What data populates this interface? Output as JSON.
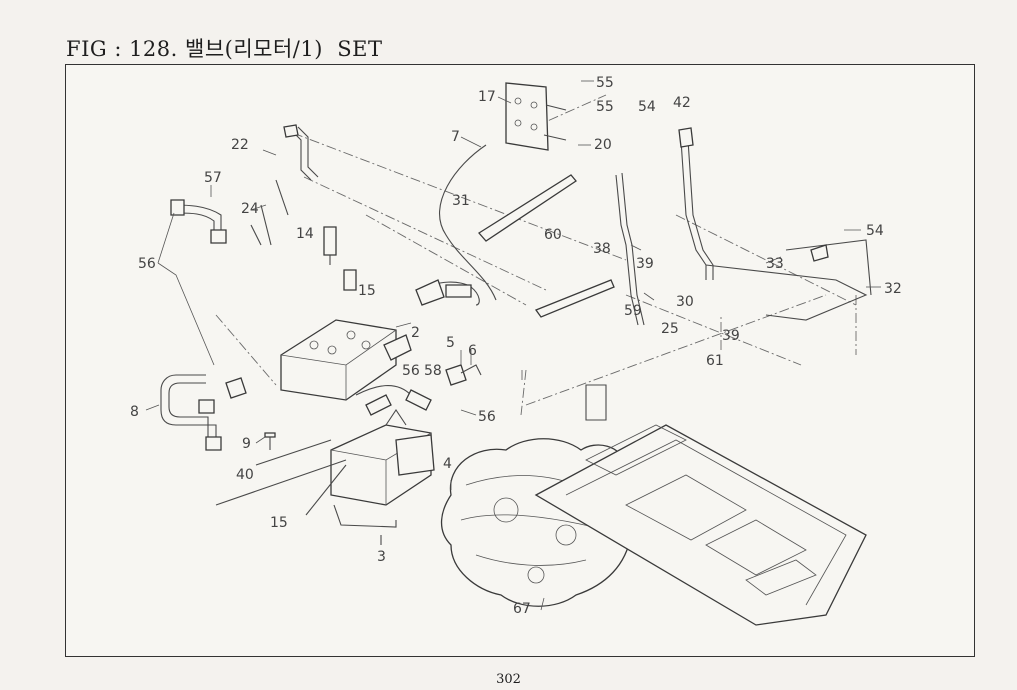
{
  "figure": {
    "title": "FIG : 128. 밸브(리모터/1)  SET"
  },
  "callouts": [
    {
      "id": "c17",
      "text": "17"
    },
    {
      "id": "c55a",
      "text": "55"
    },
    {
      "id": "c55b",
      "text": "55"
    },
    {
      "id": "c54a",
      "text": "54"
    },
    {
      "id": "c42",
      "text": "42"
    },
    {
      "id": "c7",
      "text": "7"
    },
    {
      "id": "c20",
      "text": "20"
    },
    {
      "id": "c22",
      "text": "22"
    },
    {
      "id": "c57",
      "text": "57"
    },
    {
      "id": "c24",
      "text": "24"
    },
    {
      "id": "c31",
      "text": "31"
    },
    {
      "id": "c14",
      "text": "14"
    },
    {
      "id": "c60",
      "text": "60"
    },
    {
      "id": "c56a",
      "text": "56"
    },
    {
      "id": "c15a",
      "text": "15"
    },
    {
      "id": "c38",
      "text": "38"
    },
    {
      "id": "c39a",
      "text": "39"
    },
    {
      "id": "c33",
      "text": "33"
    },
    {
      "id": "c54b",
      "text": "54"
    },
    {
      "id": "c32",
      "text": "32"
    },
    {
      "id": "c30",
      "text": "30"
    },
    {
      "id": "c59",
      "text": "59"
    },
    {
      "id": "c25",
      "text": "25"
    },
    {
      "id": "c39b",
      "text": "39"
    },
    {
      "id": "c61",
      "text": "61"
    },
    {
      "id": "c2",
      "text": "2"
    },
    {
      "id": "c5",
      "text": "5"
    },
    {
      "id": "c6",
      "text": "6"
    },
    {
      "id": "c56b",
      "text": "56"
    },
    {
      "id": "c58",
      "text": "58"
    },
    {
      "id": "c8",
      "text": "8"
    },
    {
      "id": "c56c",
      "text": "56"
    },
    {
      "id": "c9",
      "text": "9"
    },
    {
      "id": "c4",
      "text": "4"
    },
    {
      "id": "c40",
      "text": "40"
    },
    {
      "id": "c15b",
      "text": "15"
    },
    {
      "id": "c3",
      "text": "3"
    },
    {
      "id": "c67",
      "text": "67"
    }
  ],
  "page_number": "302"
}
